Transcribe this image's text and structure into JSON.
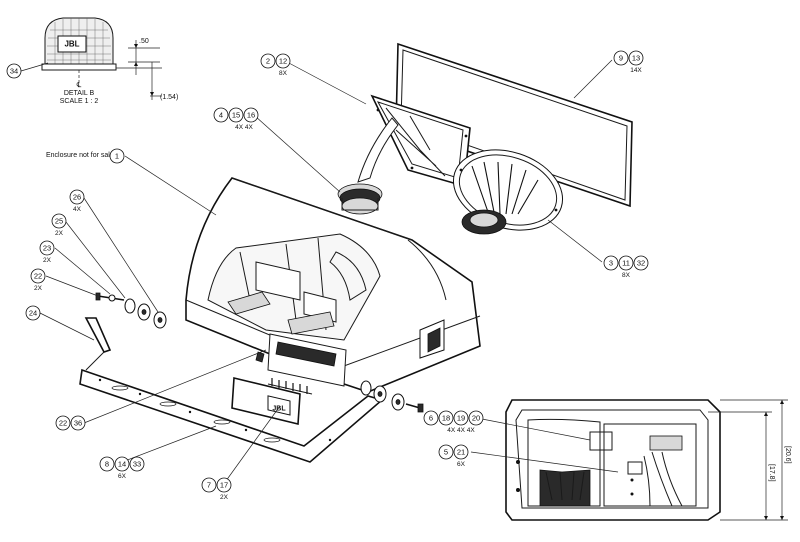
{
  "detail": {
    "logo": "JBL",
    "callout": "34",
    "title": "DETAIL B",
    "scale": "SCALE 1 : 2",
    "centerline": "℄",
    "dim_top": ".50",
    "dim_side": "(1.54)"
  },
  "enclosure_note": "Enclosure not for sale",
  "callouts": [
    {
      "id": "c1",
      "nums": [
        "1"
      ],
      "qty": ""
    },
    {
      "id": "c2",
      "nums": [
        "2",
        "12"
      ],
      "qty": "8X"
    },
    {
      "id": "c4",
      "nums": [
        "4",
        "15",
        "16"
      ],
      "qty": "4X   4X"
    },
    {
      "id": "c9",
      "nums": [
        "9",
        "13"
      ],
      "qty": "14X"
    },
    {
      "id": "c3",
      "nums": [
        "3",
        "11",
        "32"
      ],
      "qty": "8X"
    },
    {
      "id": "c26",
      "nums": [
        "26"
      ],
      "qty": "4X"
    },
    {
      "id": "c25",
      "nums": [
        "25"
      ],
      "qty": "2X"
    },
    {
      "id": "c23",
      "nums": [
        "23"
      ],
      "qty": "2X"
    },
    {
      "id": "c22",
      "nums": [
        "22"
      ],
      "qty": "2X"
    },
    {
      "id": "c24",
      "nums": [
        "24"
      ],
      "qty": ""
    },
    {
      "id": "c2236",
      "nums": [
        "22",
        "36"
      ],
      "qty": ""
    },
    {
      "id": "c8",
      "nums": [
        "8",
        "14",
        "33"
      ],
      "qty": "6X"
    },
    {
      "id": "c7",
      "nums": [
        "7",
        "17"
      ],
      "qty": "2X"
    },
    {
      "id": "c6",
      "nums": [
        "6",
        "18",
        "19",
        "20"
      ],
      "qty": "4X   4X   4X"
    },
    {
      "id": "c5",
      "nums": [
        "5",
        "21"
      ],
      "qty": "6X"
    }
  ],
  "back_view": {
    "dim_height": "[20.6]",
    "dim_inner": "[17.8]"
  },
  "badge_logo": "JBL"
}
